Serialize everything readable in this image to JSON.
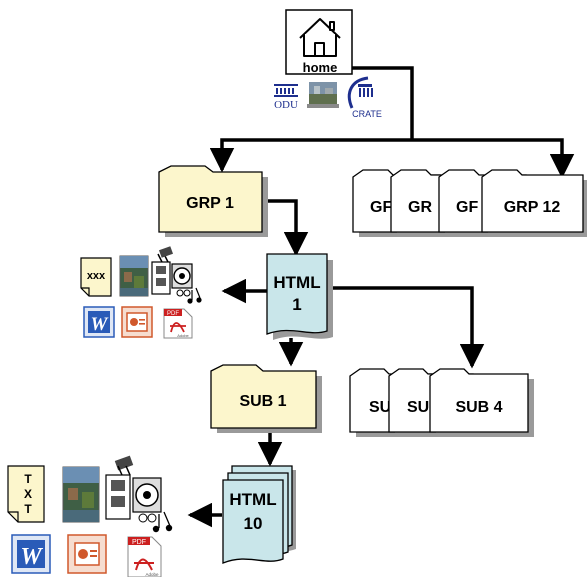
{
  "home": {
    "label": "home",
    "logo_left": "ODU",
    "logo_right": "CRATE"
  },
  "groups": [
    {
      "label": "GRP 1"
    },
    {
      "label": "GF"
    },
    {
      "label": "GR"
    },
    {
      "label": "GF"
    },
    {
      "label": "GRP 12"
    }
  ],
  "html_pages": [
    {
      "label_line1": "HTML",
      "label_line2": "1"
    },
    {
      "label_line1": "HTML",
      "label_line2": "10"
    }
  ],
  "subs": [
    {
      "label": "SUB 1"
    },
    {
      "label": "SU"
    },
    {
      "label": "SU"
    },
    {
      "label": "SUB 4"
    }
  ],
  "file_sets": [
    {
      "text_doc": "xxx",
      "pdf_badge": "PDF",
      "pdf_sub": "Adobe",
      "icons": [
        "text-file-icon",
        "image-icon",
        "video-icon",
        "audio-icon",
        "word-icon",
        "powerpoint-icon",
        "pdf-icon"
      ]
    },
    {
      "text_doc_lines": [
        "T",
        "X",
        "T"
      ],
      "pdf_badge": "PDF",
      "pdf_sub": "Adobe",
      "icons": [
        "text-file-icon",
        "image-icon",
        "video-icon",
        "audio-icon",
        "word-icon",
        "powerpoint-icon",
        "pdf-icon"
      ]
    }
  ],
  "colors": {
    "folder_fill": "#fcf6cc",
    "html_fill": "#c9e6ea",
    "shadow": "#9a9a9a",
    "line": "#000000",
    "word_blue": "#2a5bb8",
    "ppt_orange": "#d0582c",
    "pdf_red": "#cc2020",
    "crate_blue": "#1e2f8e"
  }
}
